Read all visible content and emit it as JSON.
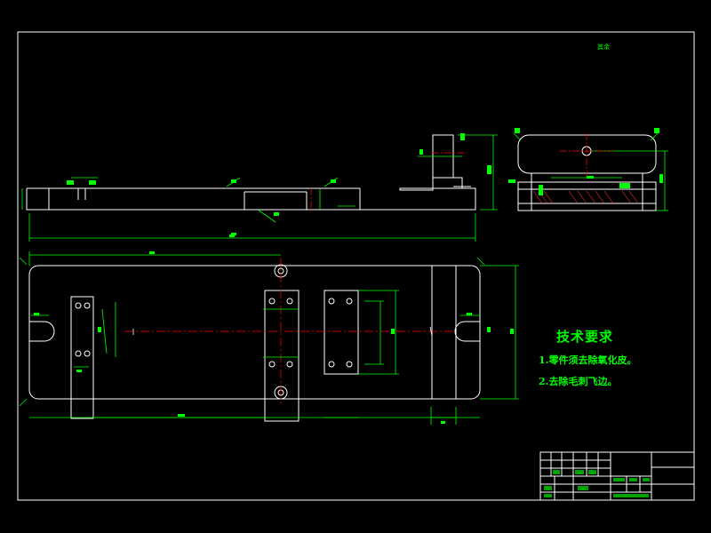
{
  "tech_requirements": {
    "title": "技术要求",
    "items": [
      "1.零件须去除氧化皮。",
      "2.去除毛刺飞边。"
    ]
  },
  "corner_note": "其余",
  "colors": {
    "background": "#000000",
    "outline": "#ffffff",
    "dimension": "#00ff00",
    "centerline": "#ff0000",
    "border_green": "#00cc00"
  }
}
